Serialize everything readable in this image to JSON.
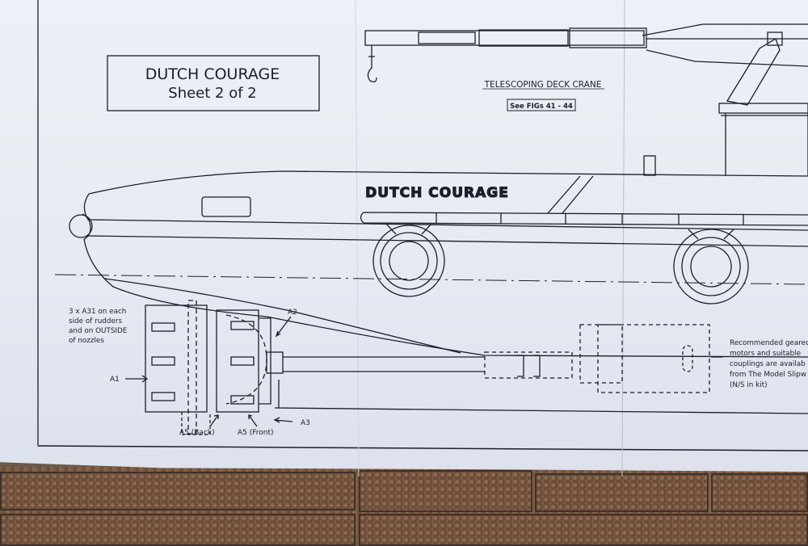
{
  "title_block": {
    "line1": "DUTCH COURAGE",
    "line2": "Sheet 2 of 2"
  },
  "crane": {
    "title": "TELESCOPING DECK CRANE",
    "ref": "See FIGs 41 - 44"
  },
  "hull_name": "DUTCH COURAGE",
  "notes": {
    "anodes": [
      "3 x A31 on each",
      "side of rudders",
      "and on OUTSIDE",
      "of nozzles"
    ],
    "motors": [
      "Recommended geared",
      "motors and suitable",
      "couplings are availab",
      "from The Model Slipw",
      "(N/S in kit)"
    ]
  },
  "labels": {
    "a1": "A1",
    "a2": "A2",
    "a3": "A3",
    "a5_back": "A5 (Back)",
    "a5_front": "A5 (Front)"
  },
  "colors": {
    "paper": "#eceef6",
    "ink": "#1c1f2a",
    "pavement": "#6e4f3a"
  }
}
